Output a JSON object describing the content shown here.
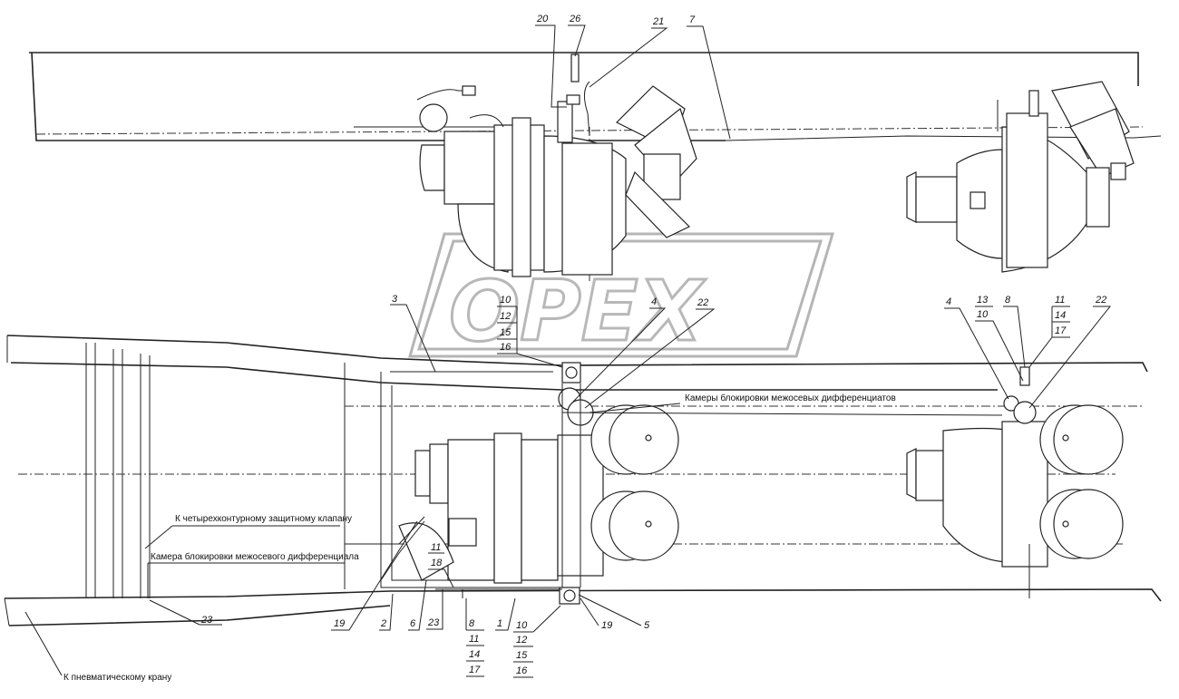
{
  "watermark": {
    "text": "OPEX"
  },
  "notes": {
    "camera_mezhosevye": "Камеры блокировки межосевых дифференциатов",
    "four_circuit_valve": "К четырехконтурному защитному клапану",
    "camera_mezhosevogo": "Камера блокировки межосевого дифференциала",
    "pneumatic_valve": "К пневматическому крану"
  },
  "callouts": {
    "top": [
      "20",
      "26",
      "21",
      "7"
    ],
    "mid_left": [
      "3",
      "10",
      "12",
      "15",
      "16",
      "4",
      "22"
    ],
    "mid_right": [
      "4",
      "13",
      "10",
      "8",
      "11",
      "14",
      "17",
      "22"
    ],
    "left_small": [
      "11",
      "18"
    ],
    "bottom": [
      "19",
      "2",
      "6",
      "23",
      "8",
      "11",
      "14",
      "17",
      "1",
      "10",
      "12",
      "15",
      "16",
      "19",
      "5",
      "23"
    ]
  }
}
